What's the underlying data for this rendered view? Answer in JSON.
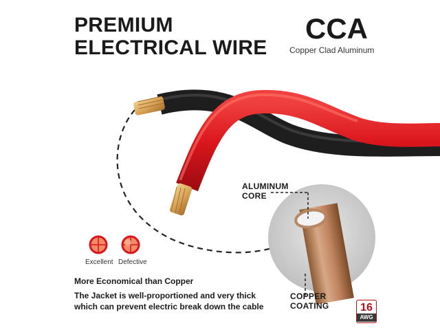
{
  "header": {
    "title_line1": "PREMIUM",
    "title_line2": "ELECTRICAL WIRE",
    "badge": "CCA",
    "badge_subtitle": "Copper Clad Aluminum"
  },
  "callouts": {
    "aluminum_line1": "ALUMINUM",
    "aluminum_line2": "CORE",
    "copper_line1": "COPPER",
    "copper_line2": "COATING"
  },
  "comparison": {
    "excellent": "Excellent",
    "defective": "Defective"
  },
  "description": {
    "headline": "More Economical than Copper",
    "line1": "The Jacket is well-proportioned and very thick",
    "line2": "which can prevent electric break down the cable"
  },
  "gauge": {
    "number": "16",
    "unit": "AWG"
  },
  "colors": {
    "red_jacket": "#d9151c",
    "black_jacket": "#1e1e1e",
    "copper": "#d9a55a",
    "accent": "#b0121b"
  }
}
